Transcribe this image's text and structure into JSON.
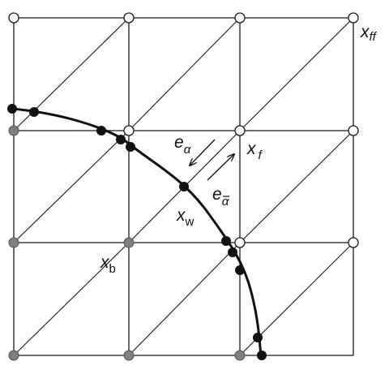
{
  "colors": {
    "line": "#1a1a1a",
    "node_open_fill": "#ffffff",
    "node_filled": "#111111",
    "node_gray": "#808080",
    "background": "#ffffff"
  },
  "grid": {
    "rows": 3,
    "cols": 3,
    "diagonals": "lower-left to upper-right in every cell"
  },
  "labels": {
    "x_ff": {
      "base": "x",
      "sub": "ff"
    },
    "x_f": {
      "base": "x",
      "sub": "f"
    },
    "x_w": {
      "base": "x",
      "sub": "w"
    },
    "x_b": {
      "base": "x",
      "sub": "b"
    },
    "e_alpha": {
      "base": "e",
      "sub": "α"
    },
    "e_alpha_bar": {
      "base": "e",
      "sub": "α",
      "overbar": true
    }
  },
  "arrows": [
    {
      "name": "e-alpha-arrow",
      "direction": "down-left"
    },
    {
      "name": "e-alpha-bar-arrow",
      "direction": "up-right"
    }
  ]
}
